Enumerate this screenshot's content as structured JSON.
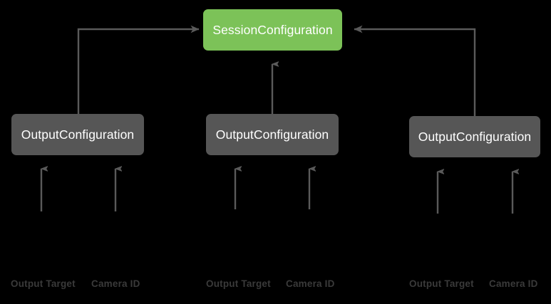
{
  "diagram": {
    "title": "SessionConfiguration",
    "background_color": "#000000",
    "colors": {
      "session_node": "#7cc258",
      "output_node": "#565656",
      "edge": "#5a5a5a",
      "node_text": "#ffffff",
      "leaf_text": "#3a3a3a"
    },
    "session_node": {
      "label": "SessionConfiguration"
    },
    "output_nodes": [
      {
        "label": "OutputConfiguration",
        "leaves": [
          {
            "label": "Output Target"
          },
          {
            "label": "Camera ID"
          }
        ]
      },
      {
        "label": "OutputConfiguration",
        "leaves": [
          {
            "label": "Output Target"
          },
          {
            "label": "Camera ID"
          }
        ]
      },
      {
        "label": "OutputConfiguration",
        "leaves": [
          {
            "label": "Output Target"
          },
          {
            "label": "Camera ID"
          }
        ]
      }
    ]
  }
}
